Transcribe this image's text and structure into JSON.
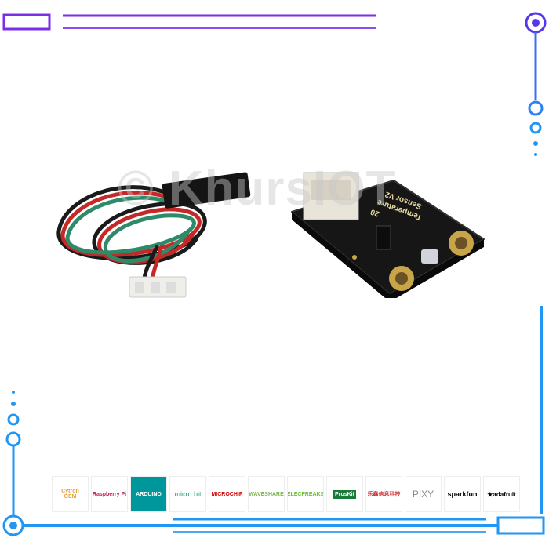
{
  "watermark": "© KhursIOT",
  "product": {
    "board_label": [
      "Temperature",
      "Sensor V2",
      "20"
    ]
  },
  "brand_logos": [
    "Cytron OEM",
    "Raspberry Pi",
    "Arduino",
    "micro:bit",
    "Microchip",
    "Waveshare",
    "Elecfreaks",
    "ProsKit",
    "乐鑫信息科技",
    "PIXY",
    "sparkfun",
    "adafruit"
  ],
  "colors": {
    "frame_purple": "#6a2ee8",
    "frame_blue": "#2196f3",
    "pcb": "#1a1a1a",
    "gold": "#c9a54a"
  }
}
